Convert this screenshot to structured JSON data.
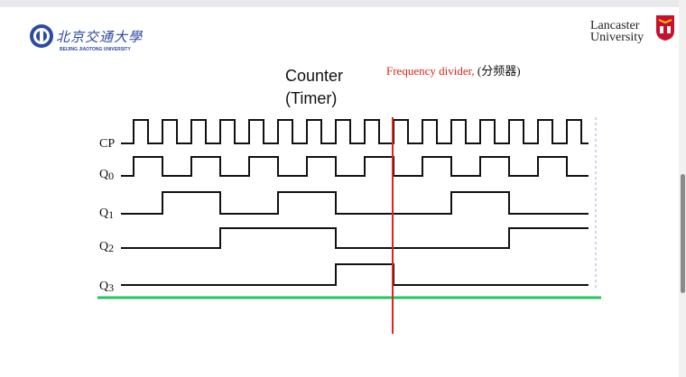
{
  "header": {
    "bjtu_name": "北京交通大學",
    "bjtu_en": "BEIJING JIAOTONG UNIVERSITY",
    "lancaster_line1": "Lancaster",
    "lancaster_line2": "University"
  },
  "slide": {
    "counter_line1": "Counter",
    "counter_line2": "(Timer)",
    "freq_label": "Frequency divider,",
    "freq_paren": "(分频器)"
  },
  "diagram": {
    "signals": [
      {
        "label_main": "CP",
        "label_sub": ""
      },
      {
        "label_main": "Q",
        "label_sub": "0"
      },
      {
        "label_main": "Q",
        "label_sub": "1"
      },
      {
        "label_main": "Q",
        "label_sub": "2"
      },
      {
        "label_main": "Q",
        "label_sub": "3"
      }
    ]
  },
  "colors": {
    "accent_red": "#e1231c",
    "green_line": "#22c55e",
    "bjtu_blue": "#2c4aa0"
  }
}
